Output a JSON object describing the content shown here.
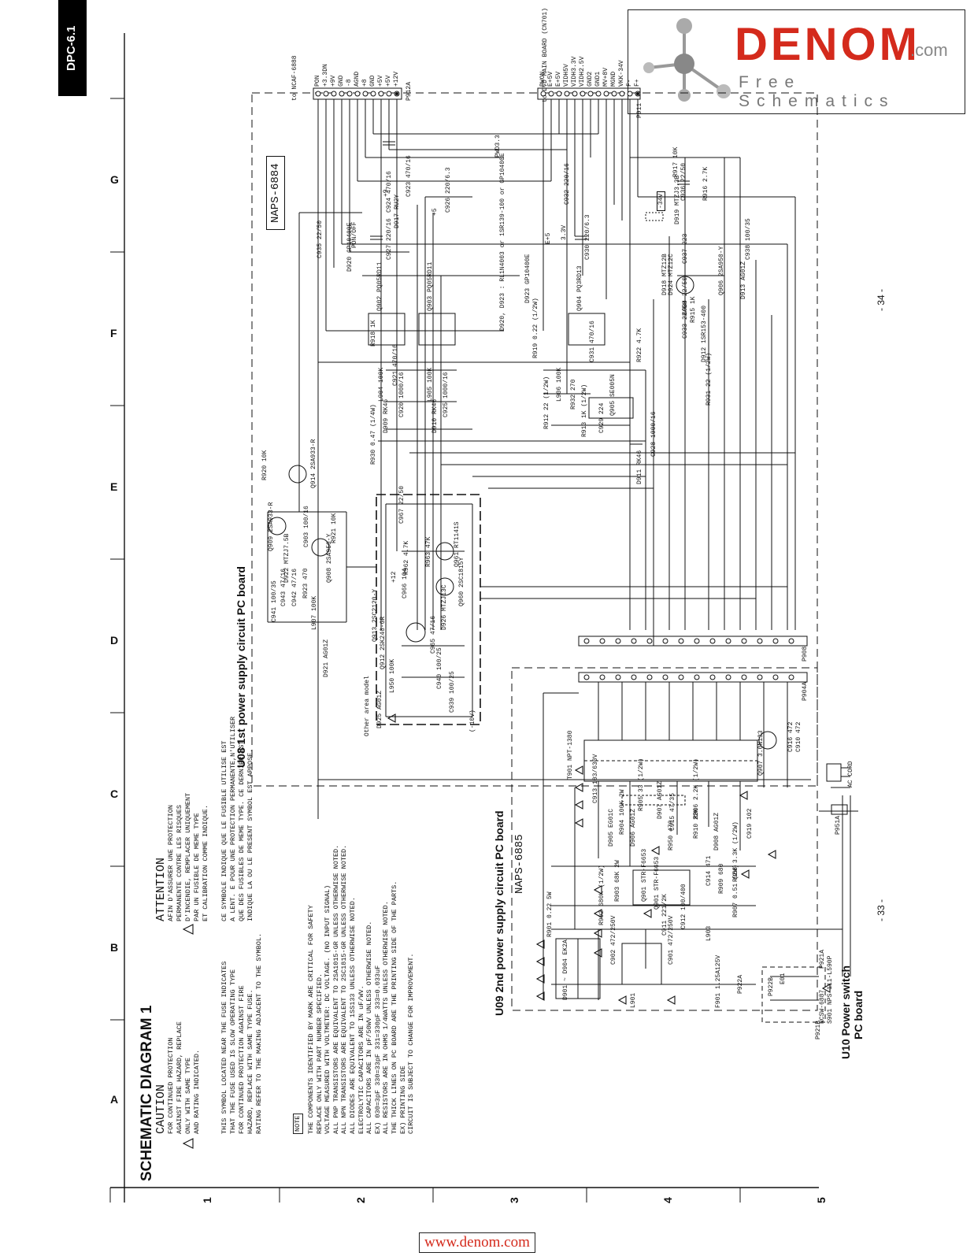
{
  "model_tab": "DPC-6.1",
  "logo": {
    "main": "DENOM",
    "suffix": ".com",
    "subtitle": "Free Schematics"
  },
  "footer_link": "www.denom.com",
  "title": "SCHEMATIC DIAGRAM 1",
  "page_numbers": {
    "left": "- 33 -",
    "right": "- 34 -"
  },
  "column_labels": [
    "A",
    "B",
    "C",
    "D",
    "E",
    "F",
    "G"
  ],
  "row_labels": [
    "1",
    "2",
    "3",
    "4",
    "5"
  ],
  "boards": {
    "u08": "U08 1st power supply circuit PC board",
    "u09": "U09 2nd power supply circuit PC board",
    "u10_line1": "U10 Power switch",
    "u10_line2": "PC board"
  },
  "board_codes": {
    "u08": "NAPS-6884",
    "u09": "NAPS-6885",
    "u10": "NCSW-6887"
  },
  "caution": {
    "heading": "CAUTION",
    "lines": [
      "FOR CONTINUED PROTECTION",
      "AGAINST FIRE HAZARD, REPLACE",
      "ONLY WITH SAME TYPE",
      "AND RATING INDICATED."
    ]
  },
  "attention": {
    "heading": "ATTENTION",
    "lines": [
      "AFIN D'ASSURER UNE PROTECTION",
      "PERMANENTE CONTRE LES RISQUES",
      "D'INCENDIE, REMPLACER UNIQUEMENT",
      "PAR UN FUSIBLE DE MEME TYPE",
      "ET CALIBRATION COMME INDIQUE."
    ]
  },
  "fuse_note_en": [
    "THIS SYMBOL LOCATED NEAR THE FUSE INDICATES",
    "THAT THE FUSE USED IS SLOW OPERATING TYPE",
    "FOR CONTINUED PROTECTION AGAINST FIRE",
    "HAZARD, REPLACE WITH SAME TYPE FUSE.",
    "RATING REFER TO THE MAKING ADJACENT TO THE SYMBOL."
  ],
  "fuse_note_fr": [
    "CE SYMBOLE INDIQUE QUE LE FUSIBLE UTILISE EST",
    "A LENT. E POUR UNE PROTECTION PERMANENTE,N'UTILISER",
    "QUE DES FUSIBLES DE MEME TYPE. CE DERNIER EST",
    "INDIQUE LA OU LE PRESENT SYMBOL EST APPOSE."
  ],
  "note_label": "NOTE",
  "notes": [
    "THE COMPONENTS IDENTIFIED BY MARK ARE CRITICAL FOR SAFETY",
    "REPLACE ONLY WITH PART NUMBER SPECIFIED.",
    "VOLTAGE MEASURED WITH VOLTMETER: DC VOLTAGE. (NO INPUT SIGNAL)",
    "ALL PNP TRANSISTORS ARE EQUIVALENT TO 2SA1015-GR UNLESS OTHERWISE NOTED.",
    "ALL NPN TRANSISTORS ARE EQUIVALENT TO 2SC1815-GR UNLESS OTHERWISE NOTED.",
    "ALL DIODES ARE EQUIVALENT TO 1SS133 UNLESS OTHERWISE NOTED.",
    "ELECTROLYTIC CAPACITORS ARE IN uF/WV.",
    "ALL CAPACITORS ARE IN pF/50WV UNLESS OTHERWISE NOTED.",
    "EX) 030=3pF 330=33pF 331=330pF 333=0.033uF",
    "ALL RESISTORS ARE IN OHMS 1/4WATTS UNLESS OTHERWISE NOTED.",
    "THE THICK LINES ON PC BOARD ARE THE PRINTING SIDE OF THE PARTS.",
    "EX) PRINTING SIDE",
    "CIRCUIT IS SUBJECT TO CHANGE FOR IMPROVEMENT."
  ],
  "connectors": {
    "p912a": {
      "id": "P912A",
      "dest": "to NCAF-6888",
      "pins": [
        "PON",
        "+3.3DN",
        "+9V",
        "GND",
        "-8",
        "AGND",
        "+8",
        "GND",
        "+5V",
        "+5V",
        "+12V"
      ]
    },
    "p911": {
      "id": "P911",
      "dest": "to DVD MAIN BOARD (CN701)",
      "pins": [
        "PWON",
        "E+5V",
        "E+5V",
        "VIDH5V",
        "VIDH3.3V",
        "VIDH2.5V",
        "GND2",
        "GND1",
        "MV+8V",
        "MGND",
        "VKK-34V",
        "F-",
        "F+"
      ]
    },
    "p908": "P908",
    "p904": "P904A",
    "p951a": "P951A",
    "p921": "P921A",
    "p922a": "P922A",
    "p922b": "P922B",
    "p921b": "P921B"
  },
  "ic_labels": [
    "Q902 PQ05RD11",
    "Q903 PQ05RD11",
    "Q904 PQ3RD13",
    "Q905 SE005N",
    "Q901 STR-F6653"
  ],
  "parts_u08": [
    "R918 1K",
    "C935 22/50",
    "D920 GP10400E",
    "C927 220/16",
    "C924 470/16",
    "D917 RU2Y",
    "C926 220/6.3",
    "C923 470/16",
    "C930 220/6.3",
    "C931 470/16",
    "C932 220/16",
    "C929 224",
    "R913 1K (1/2W)",
    "R912 22 (1/2W)",
    "R919 0.22 (1/2W)",
    "R922 4.7K",
    "D911 RK46",
    "C928 1000/16",
    "D912 1SR153-400",
    "R931 22 (1/2W)",
    "C933 22/50",
    "R915 1K",
    "C934 22/50",
    "D918 MTZ12B",
    "D924 MTZ12C",
    "Q906 2SA950-Y",
    "C937 223",
    "D913 AG01Z",
    "C938 100/35",
    "R916 2.7K",
    "R917 10K",
    "D919 MTZJ3.3B",
    "C936 22/50",
    "R920 10K",
    "Q914 2SA933-R",
    "R921 10K",
    "Q908 2SA950-Y",
    "Q909 2SA933-R",
    "D922 MTZJ7.5B",
    "R923 470",
    "C943 47/16",
    "C941 100/35",
    "L907 100K",
    "D921 AG01Z",
    "C903 100/16",
    "C942 47/16",
    "R930 0.47 (1/4W)",
    "D910 RK46",
    "D909 RK46",
    "C925 1000/16",
    "C920 1000/16",
    "L905 100K",
    "L904 100K",
    "C921 470/16",
    "L906 100K",
    "R932 270",
    "D923 GP10400E"
  ],
  "parts_other": [
    "Other area model",
    "D925 AG01Z",
    "C939 100/25",
    "L950 100K",
    "C940 100/25",
    "Q912 2SK246-GR",
    "Q913 2SC2120-Y",
    "C965 47/16",
    "D926 MTZJ13C",
    "Q960 2SC1815Y",
    "C966 104",
    "R962 4.7K",
    "R963 47K",
    "Q961 RT1141S",
    "C967 22/50",
    "(-10V)"
  ],
  "parts_u09": [
    "D901 ~ D904 EK2A",
    "C902 472/250V",
    "C901 472/250V",
    "L901",
    "F901 1.25A125V",
    "R901 0.22 5W",
    "R902 680K (1/2W)",
    "R903 68K 2W",
    "C911 221/2K",
    "L903",
    "C912 100/400",
    "Q901 STR-F6653",
    "R904 100K 2W",
    "R907 0.51 (2W)",
    "R908 3.3K (1/2W)",
    "R909 680",
    "C914 471",
    "D905 EG01C",
    "D906 AG01Z",
    "C913 103/630V",
    "R950 470",
    "R905 33 (1/2W)",
    "D907 AG01Z",
    "C915 47/35",
    "D908 AG01Z",
    "R906 2.2K (1/2W)",
    "R910 22K",
    "C916 472",
    "T901 NPT-1380",
    "Q907 3.0N133",
    "C919 102",
    "C910 472",
    "S901 NPS-111-L590P"
  ],
  "annotations": [
    "D920, D923 : RL1N4003 or 1SR139-100 or GP10400E",
    "-34V",
    "E+5",
    "3.3V",
    "+9",
    "+5",
    "PWD3.3",
    "+12",
    "PON/OFF",
    "AC CORD",
    "E01"
  ]
}
